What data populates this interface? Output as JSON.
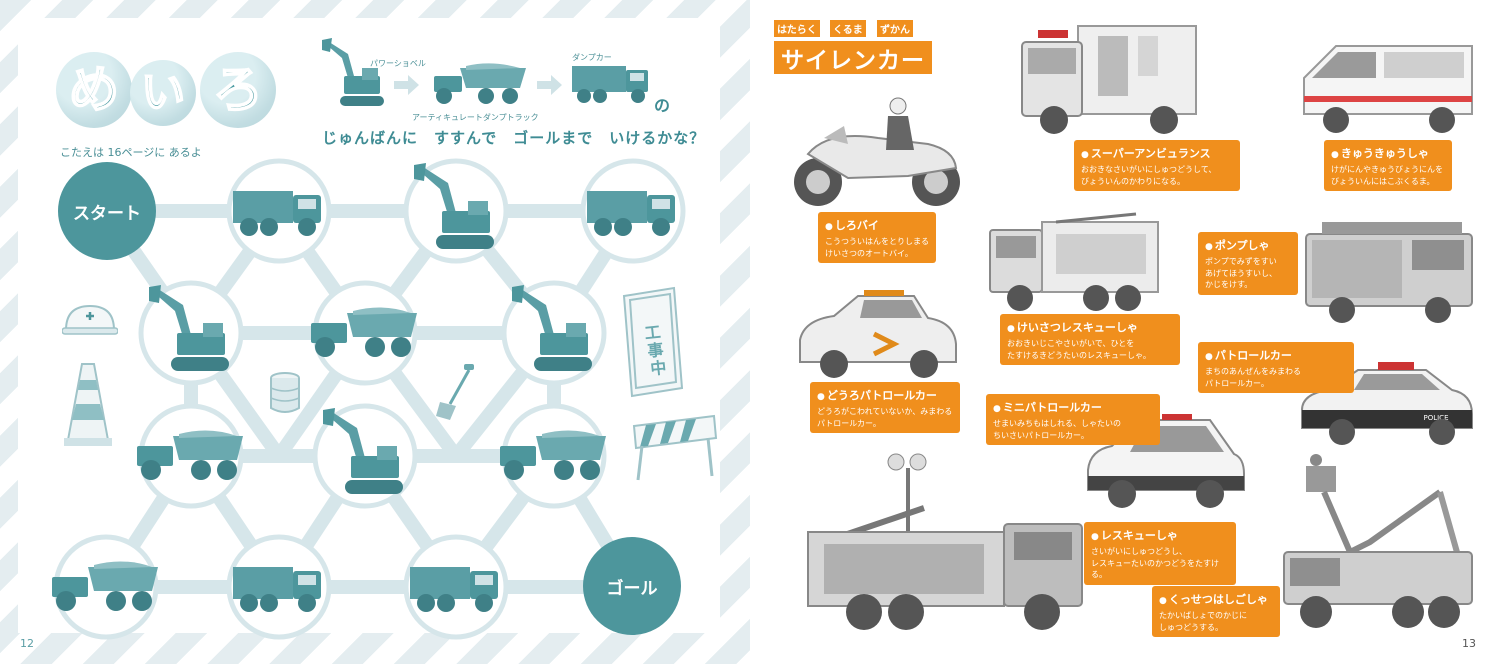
{
  "left_page": {
    "title_chars": [
      "め",
      "い",
      "ろ"
    ],
    "answer_note": "こたえは 16ページに あるよ",
    "sequence_labels": {
      "power_shovel": "パワーショベル",
      "articulated_dump": "アーティキュレートダンプトラック",
      "dump_truck": "ダンプカー"
    },
    "particle": "の",
    "question": "じゅんばんに　すすんで　ゴールまで　いけるかな？",
    "start_label": "スタート",
    "goal_label": "ゴール",
    "sign_text": "工事中",
    "page_number": "12"
  },
  "right_page": {
    "series_tags": [
      "はたらく",
      "くるま",
      "ずかん"
    ],
    "title": "サイレンカー",
    "page_number": "13",
    "vehicles": {
      "shirobai": {
        "name": "しろバイ",
        "desc": "こうつういはんをとりしまる\nけいさつのオートバイ。"
      },
      "super_ambulance": {
        "name": "スーパーアンビュランス",
        "desc": "おおきなさいがいにしゅつどうして、\nびょういんのかわりになる。"
      },
      "ambulance": {
        "name": "きゅうきゅうしゃ",
        "desc": "けがにんやきゅうびょうにんを\nびょういんにはこぶくるま。"
      },
      "police_rescue": {
        "name": "けいさつレスキューしゃ",
        "desc": "おおきいじこやさいがいで、ひとを\nたすけるきどうたいのレスキューしゃ。"
      },
      "pump_truck": {
        "name": "ポンプしゃ",
        "desc": "ポンプでみずをすい\nあげてほうすいし、\nかじをけす。"
      },
      "road_patrol": {
        "name": "どうろパトロールカー",
        "desc": "どうろがこわれていないか、みまわる\nパトロールカー。"
      },
      "patrol_car": {
        "name": "パトロールカー",
        "desc": "まちのあんぜんをみまわる\nパトロールカー。"
      },
      "mini_patrol": {
        "name": "ミニパトロールカー",
        "desc": "せまいみちもはしれる、しゃたいの\nちいさいパトロールカー。"
      },
      "rescue_truck": {
        "name": "レスキューしゃ",
        "desc": "さいがいにしゅつどうし、\nレスキューたいのかつどうをたすける。"
      },
      "ladder_truck": {
        "name": "くっせつはしごしゃ",
        "desc": "たかいばしょでのかじに\nしゅつどうする。"
      }
    },
    "vehicle_markings": {
      "police_word": "POLICE"
    }
  },
  "colors": {
    "maze_teal": "#4d969c",
    "maze_line": "#d6e6ea",
    "orange": "#f08f1d",
    "stripe": "#e4edf0"
  },
  "icons": [
    "excavator-icon",
    "dump-truck-icon",
    "articulated-dump-icon",
    "traffic-cone-icon",
    "helmet-icon",
    "drum-icon",
    "shovel-icon",
    "barrier-icon",
    "construction-sign-icon",
    "arrow-right-icon"
  ]
}
